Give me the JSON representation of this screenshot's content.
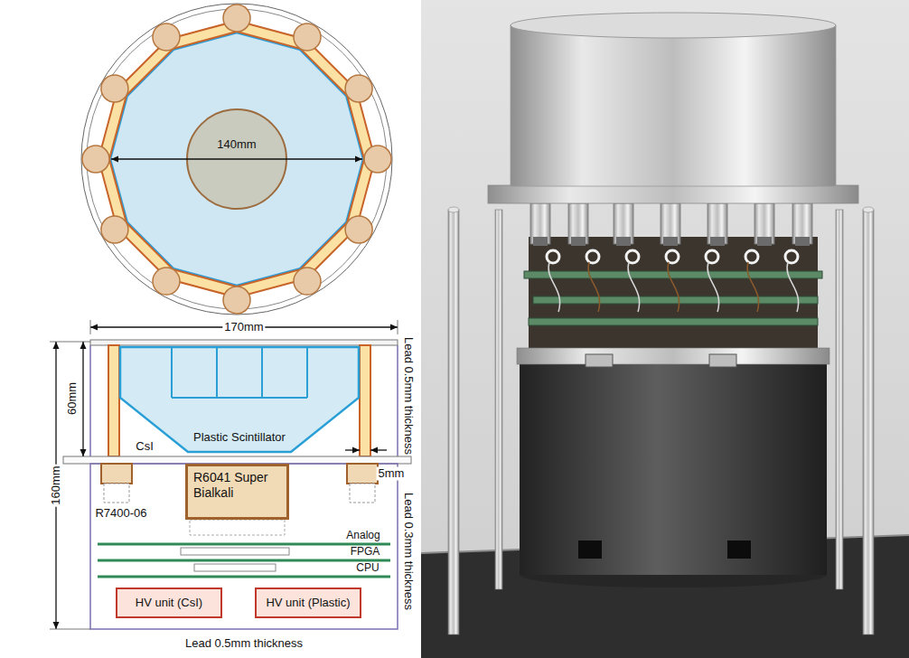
{
  "diagram": {
    "nodes": [
      {
        "text": [
          "Plastic Scintillator"
        ]
      },
      {
        "text": [
          "R6041 Super Bialkali"
        ]
      },
      {
        "text": [
          "HV unit (CsI)"
        ]
      },
      {
        "text": [
          "HV unit (Plastic)"
        ]
      }
    ],
    "labels": [
      "140mm",
      "170mm",
      "160mm",
      "60mm",
      "Lead 0.5mm thickness",
      "5mm",
      "CsI",
      "R7400-06",
      "Analog",
      "FPGA",
      "CPU",
      "Lead 0.3mm thickness",
      "Lead 0.5mm thickness"
    ]
  }
}
